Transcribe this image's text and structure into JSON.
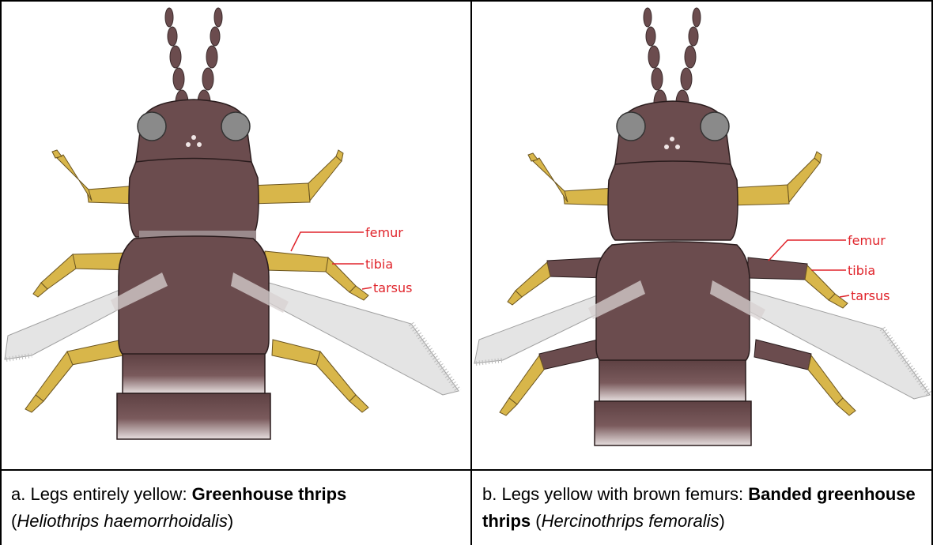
{
  "panels": [
    {
      "id": "a",
      "labels": {
        "femur": "femur",
        "tibia": "tibia",
        "tarsus": "tarsus"
      },
      "caption": {
        "prefix": "a. Legs entirely yellow: ",
        "common_name": "Greenhouse thrips",
        "open_paren": "(",
        "scientific_name": "Heliothrips haemorrhoidalis",
        "close_paren": ")"
      },
      "femur_color": "#d8b64a"
    },
    {
      "id": "b",
      "labels": {
        "femur": "femur",
        "tibia": "tibia",
        "tarsus": "tarsus"
      },
      "caption": {
        "prefix": "b. Legs yellow with brown femurs: ",
        "common_name": "Banded greenhouse thrips",
        "open_paren": " (",
        "scientific_name": "Hercinothrips femoralis",
        "close_paren": ")"
      },
      "femur_color": "#6b4c4e"
    }
  ],
  "colors": {
    "body": "#6b4c4e",
    "leg_yellow": "#d8b64a",
    "eye": "#8a8a8a",
    "label_red": "#e0242b",
    "border": "#000000"
  }
}
